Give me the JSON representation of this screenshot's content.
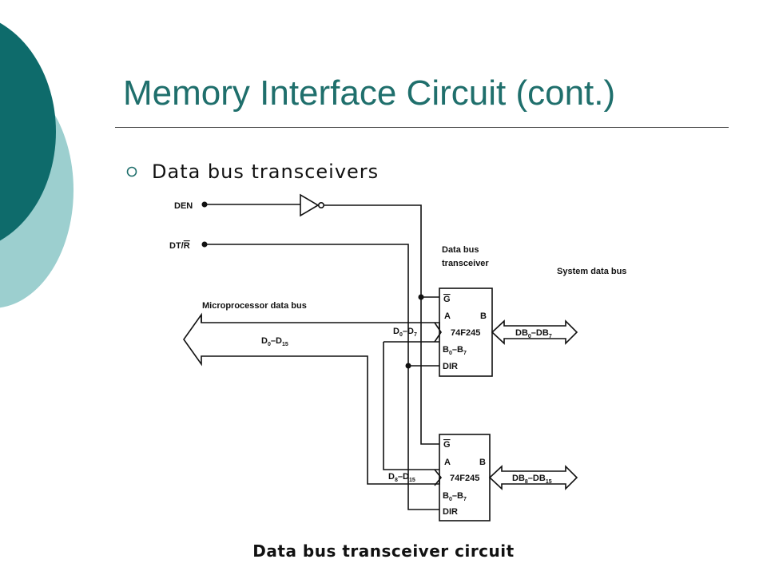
{
  "slide": {
    "title": "Memory Interface Circuit (cont.)",
    "bullet": "Data bus transceivers",
    "bullet_icon": "hollow-circle-bullet-icon",
    "accent_dark": "#0e6b6b",
    "accent_light": "#9ccfcf",
    "title_color": "#1f6f6c"
  },
  "diagram": {
    "signals": {
      "den": "DEN",
      "dtr_prefix": "DT/",
      "dtr_bar": "R"
    },
    "transceiver_label_line1": "Data bus",
    "transceiver_label_line2": "transceiver",
    "system_bus_label": "System data bus",
    "micro_bus_label": "Microprocessor data bus",
    "micro_bus_name": "D",
    "micro_bus_sub_lo": "0",
    "micro_bus_sub_hi": "15",
    "chip_upper": {
      "g_pin": "G",
      "a_pin": "A",
      "b_pin": "B",
      "part": "74F245",
      "b_range": "B",
      "b_sub_lo": "0",
      "b_sub_hi": "7",
      "dir": "DIR",
      "in_bus": "D",
      "in_sub_lo": "0",
      "in_sub_hi": "7",
      "out_bus": "DB",
      "out_sub_lo": "0",
      "out_sub_hi": "7"
    },
    "chip_lower": {
      "g_pin": "G",
      "a_pin": "A",
      "b_pin": "B",
      "part": "74F245",
      "b_range": "B",
      "b_sub_lo": "0",
      "b_sub_hi": "7",
      "dir": "DIR",
      "in_bus": "D",
      "in_sub_lo": "8",
      "in_sub_hi": "15",
      "out_bus": "DB",
      "out_sub_lo": "8",
      "out_sub_hi": "15"
    }
  },
  "caption": "Data bus transceiver circuit"
}
